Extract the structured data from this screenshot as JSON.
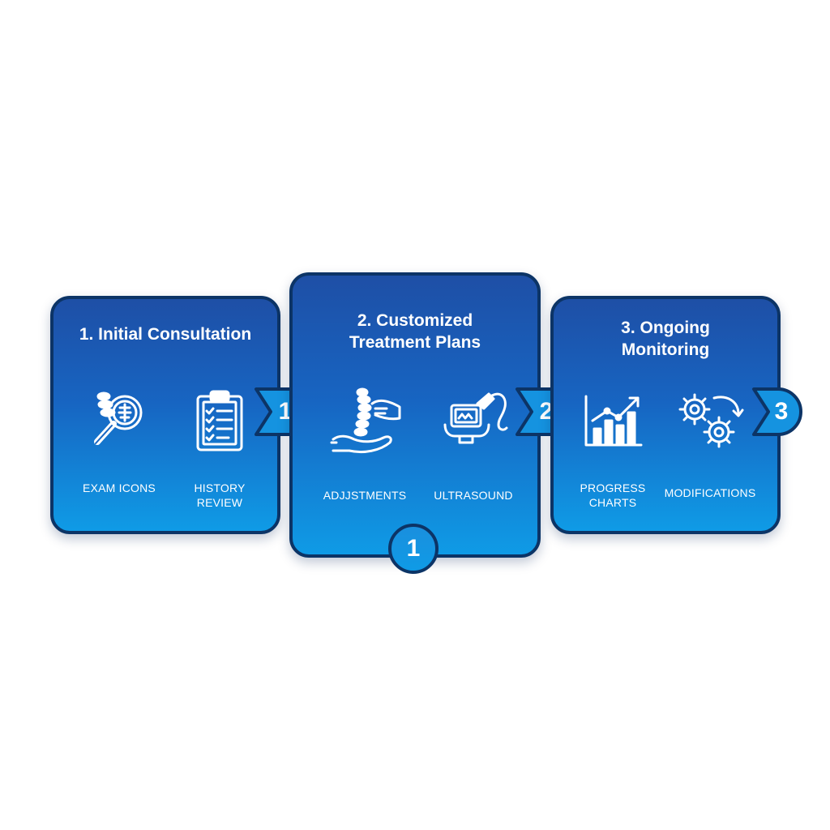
{
  "colors": {
    "card_border": "#0c3466",
    "card_gradient_top": "#1e4fa6",
    "card_gradient_bottom": "#0f9be6",
    "text": "#ffffff",
    "background": "#ffffff"
  },
  "steps": [
    {
      "title": "1. Initial Consultation",
      "items": [
        {
          "label": "EXAM ICONS",
          "icon": "spine-magnifier-icon"
        },
        {
          "label": "HISTORY\nREVIEW",
          "icon": "clipboard-checklist-icon"
        }
      ],
      "arrow_number": "1"
    },
    {
      "title": "2. Customized\nTreatment Plans",
      "items": [
        {
          "label": "ADJJSTMENTS",
          "icon": "spine-hands-icon"
        },
        {
          "label": "ULTRASOUND",
          "icon": "ultrasound-device-icon"
        }
      ],
      "arrow_number": "2",
      "badge_number": "1"
    },
    {
      "title": "3. Ongoing\nMonitoring",
      "items": [
        {
          "label": "PROGRESS\nCHARTS",
          "icon": "bar-chart-trend-icon"
        },
        {
          "label": "MODIFICATIONS",
          "icon": "gears-cycle-icon"
        }
      ],
      "arrow_number": "3"
    }
  ]
}
